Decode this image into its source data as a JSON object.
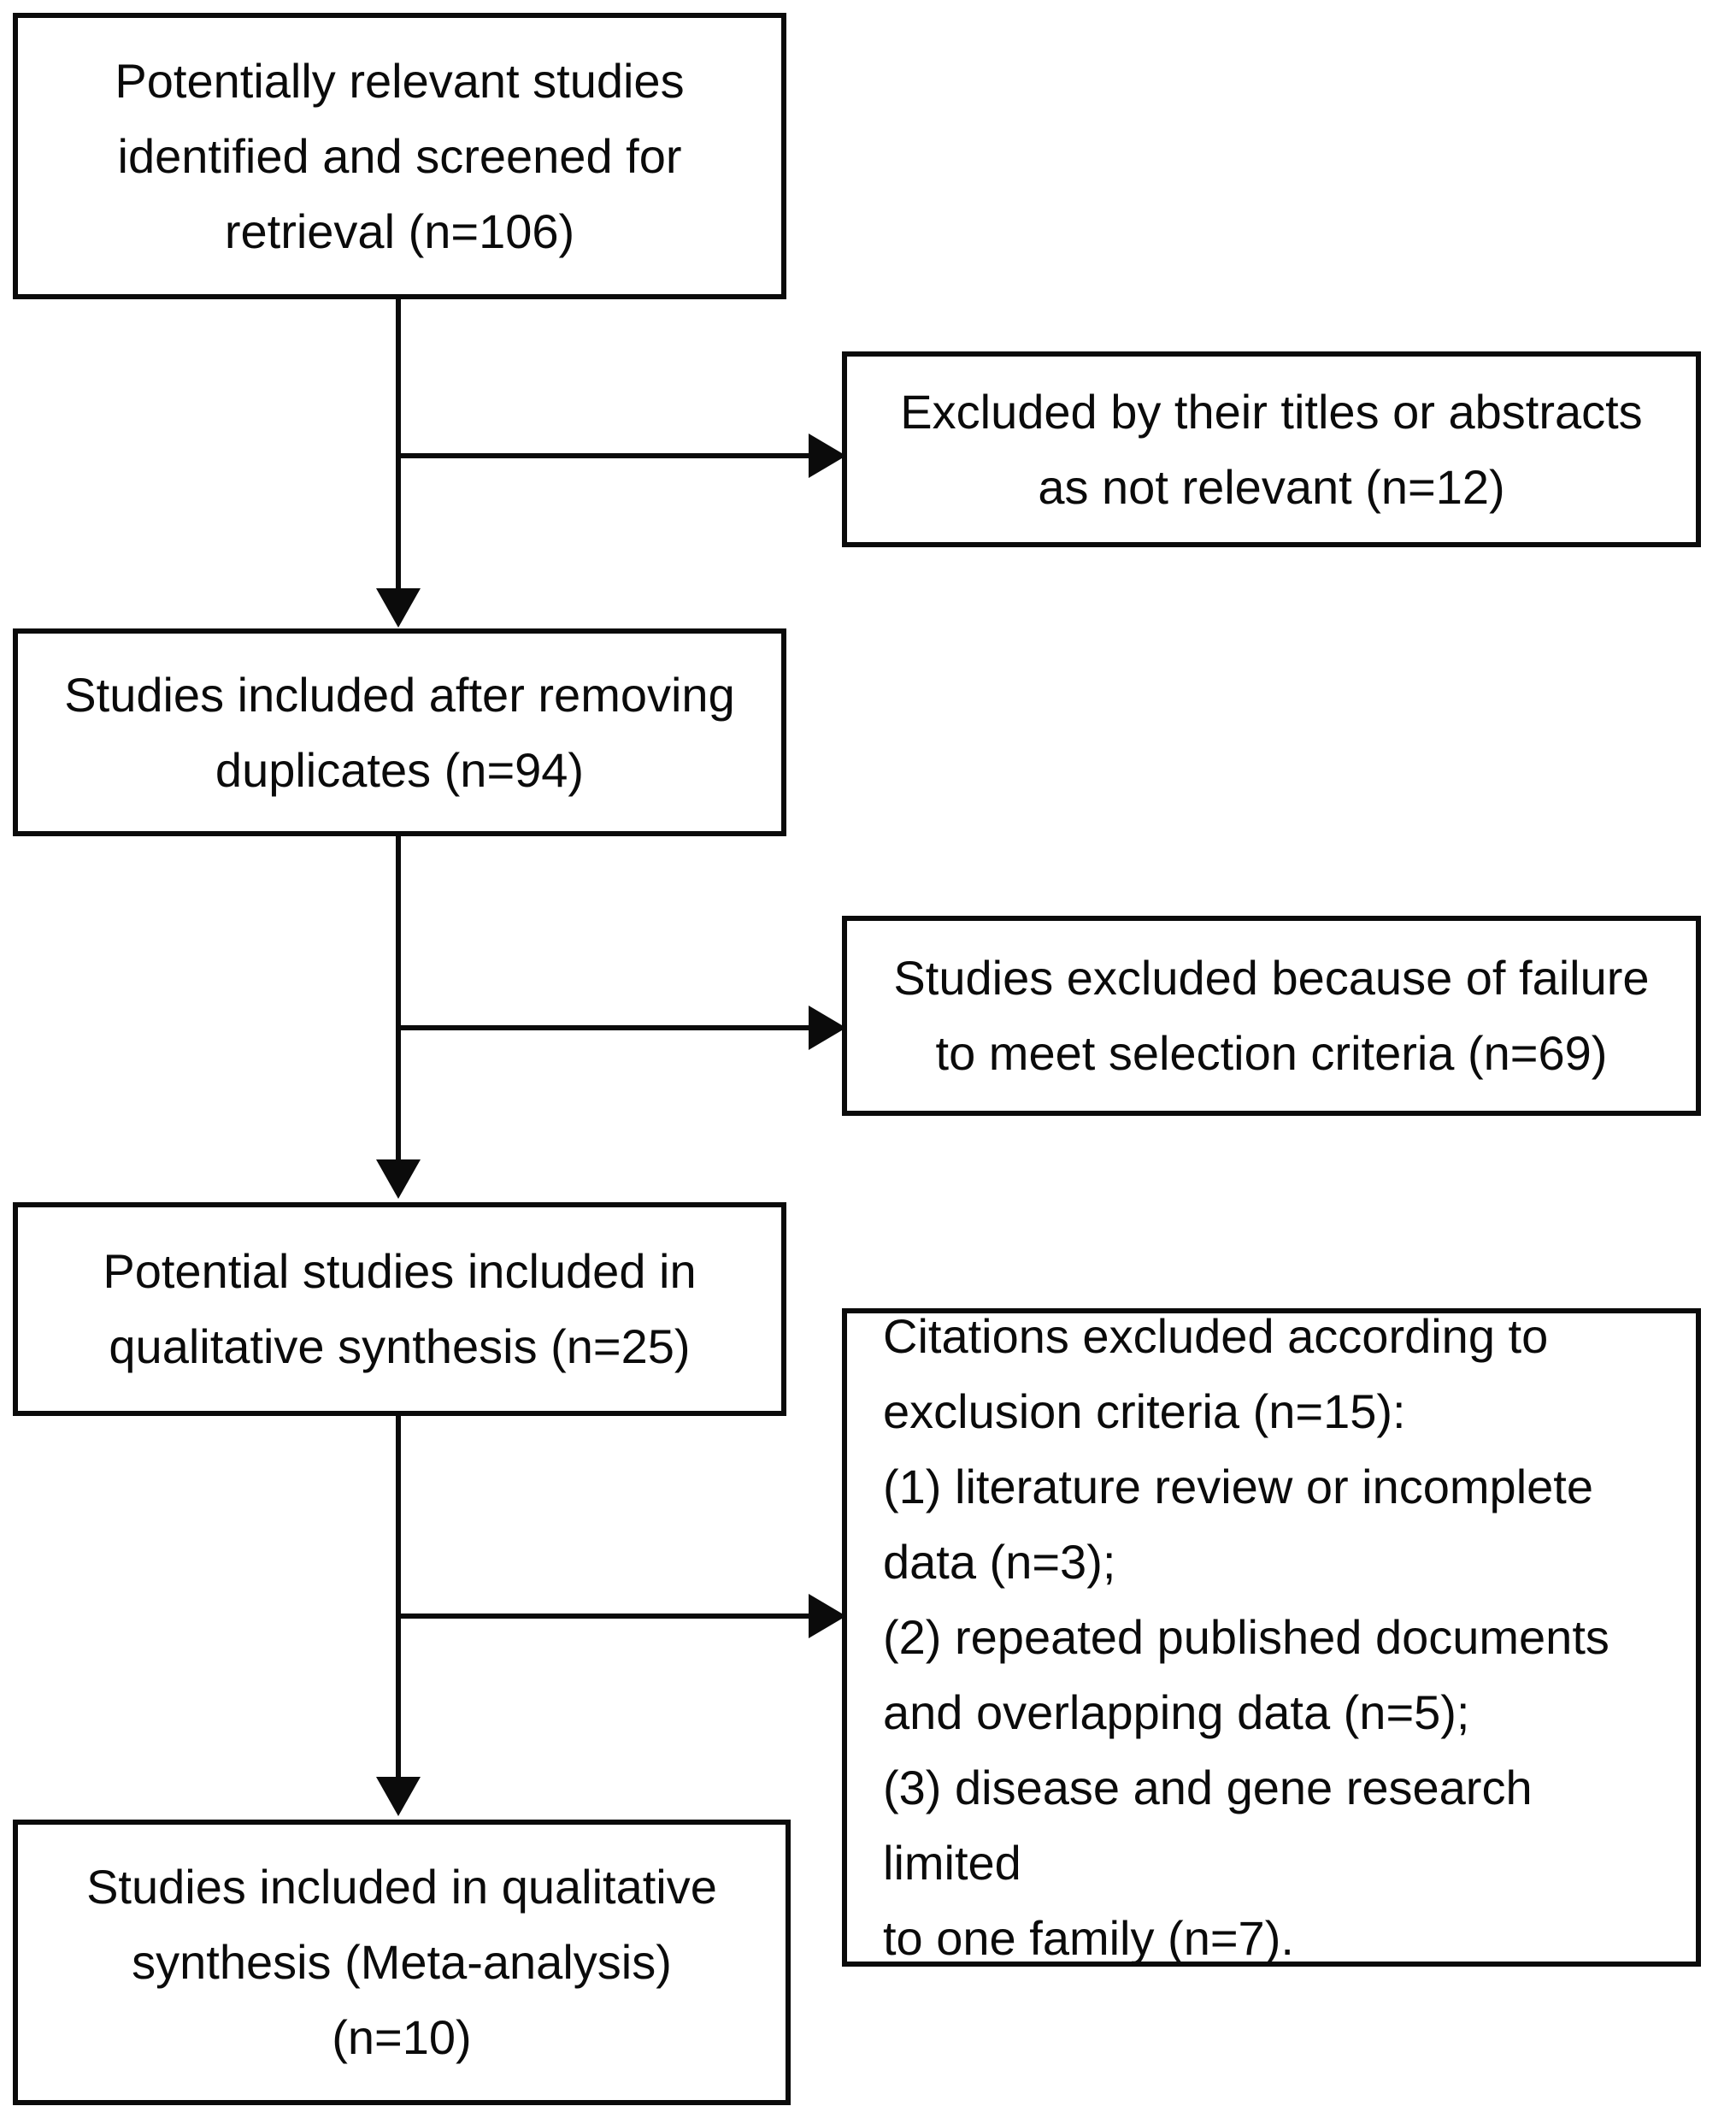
{
  "figure": {
    "kind": "study-selection-flow-diagram",
    "background_color": "#ffffff",
    "line_color": "#0b0b0b",
    "text_color": "#0b0b0b"
  },
  "boxes": {
    "identified": {
      "lines": [
        "Potentially relevant studies",
        "identified and screened for",
        "retrieval (n=106)"
      ]
    },
    "excluded_titles": {
      "lines": [
        "Excluded by their titles or abstracts",
        "as not relevant (n=12)"
      ]
    },
    "deduplicated": {
      "lines": [
        "Studies included after removing",
        "duplicates (n=94)"
      ]
    },
    "excluded_selection": {
      "lines": [
        "Studies excluded because of failure",
        "to meet selection criteria (n=69)"
      ]
    },
    "qualitative": {
      "lines": [
        "Potential studies included in",
        "qualitative synthesis (n=25)"
      ]
    },
    "excluded_criteria": {
      "lines": [
        "Citations excluded according to",
        "exclusion criteria (n=15):",
        "(1) literature review or incomplete",
        "data (n=3);",
        "(2) repeated published documents",
        "and overlapping data (n=5);",
        "(3) disease and gene research limited",
        "to one family (n=7)."
      ]
    },
    "meta_analysis": {
      "lines": [
        "Studies included in qualitative",
        "synthesis (Meta-analysis)",
        "(n=10)"
      ]
    }
  }
}
